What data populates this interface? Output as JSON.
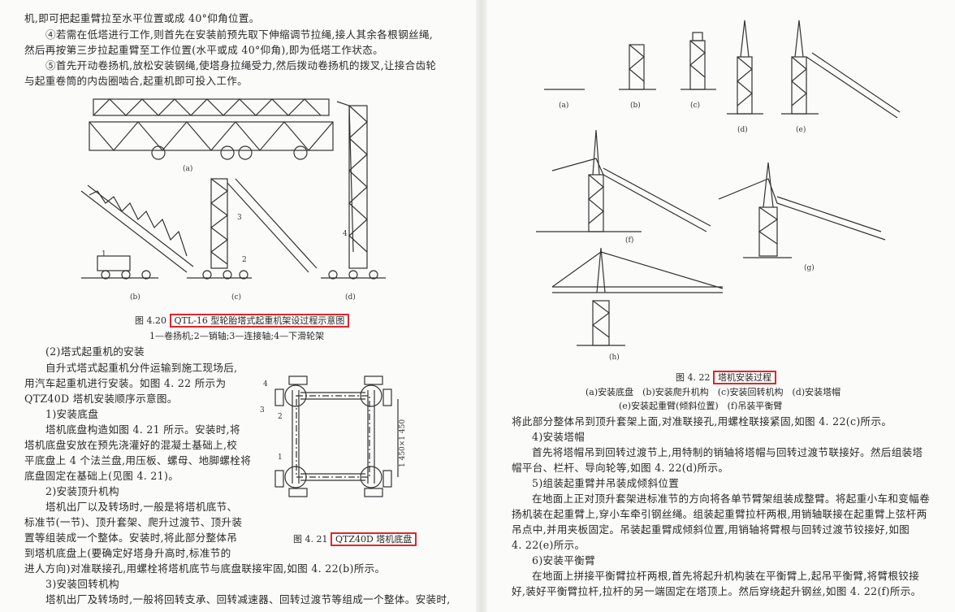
{
  "left_page": {
    "intro_lines": [
      "机,即可把起重臂拉至水平位置或成 40°仰角位置。",
      "④若需在低塔进行工作,则首先在安装前预先取下伸缩调节拉绳,接人其余各根钢丝绳,",
      "然后再按第三步拉起重臂至工作位置(水平或成 40°仰角),即为低塔工作状态。",
      "⑤首先开动卷扬机,放松安装钢绳,使塔身拉绳受力,然后拨动卷扬机的拨叉,让接合齿轮",
      "与起重卷筒的内齿圈啮合,起重机即可投入工作。"
    ],
    "fig420": {
      "number": "图 4.20",
      "title": "QTL-16 型轮胎塔式起重机架设过程示意图",
      "legend": "1—卷扬机;2—销轴;3—连接轴;4—下滑轮架",
      "panels": [
        "(a)",
        "(b)",
        "(c)",
        "(d)"
      ],
      "callouts": [
        "1",
        "2",
        "3",
        "4"
      ]
    },
    "section_heading": "(2)塔式起重机的安装",
    "body_lines": [
      "自升式塔式起重机分件运输到施工现场后,",
      "用汽车起重机进行安装。如图 4. 22 所示为",
      "QTZ40D 塔机安装顺序示意图。",
      "1)安装底盘",
      "塔机底盘构造如图 4. 21 所示。安装时,将",
      "塔机底盘安放在预先浇灌好的混凝土基础上,校",
      "平底盘上 4 个法兰盘,用压板、螺母、地脚螺栓将",
      "底盘固定在基础上(见图 4. 21)。",
      "2)安装顶升机构",
      "塔机出厂以及转场时,一般是将塔机底节、",
      "标准节(一节)、顶升套架、爬升过渡节、顶升装",
      "置等组装成一个整体。安装时,将此部分整体吊",
      "到塔机底盘上(要确定好塔身升高时,标准节的",
      "进人方向)对准联接孔,用螺栓将塔机底节与底盘联接牢固,如图 4. 22(b)所示。",
      "3)安装回转机构",
      "塔机出厂及转场时,一般将回转支承、回转减速器、回转过渡节等组成一个整体。安装时,"
    ],
    "fig421": {
      "number": "图 4. 21",
      "title": "QTZ40D 塔机底盘",
      "callouts": [
        "1",
        "2",
        "3",
        "4"
      ],
      "dimension": "1 450×1 450"
    }
  },
  "right_page": {
    "fig422": {
      "number": "图 4. 22",
      "title": "塔机安装过程",
      "panels": [
        "(a)",
        "(b)",
        "(c)",
        "(d)",
        "(e)",
        "(f)",
        "(g)",
        "(h)"
      ],
      "legend_lines": [
        "(a)安装底盘　(b)安装爬升机构　(c)安装回转机构　(d)安装塔帽",
        "(e)安装起重臂(倾斜位置)　(f)吊装平衡臂"
      ]
    },
    "body_lines": [
      "将此部分整体吊到顶升套架上面,对准联接孔,用螺栓联接紧固,如图 4. 22(c)所示。",
      "4)安装塔帽",
      "首先将塔帽吊到回转过渡节上,用特制的销轴将塔帽与回转过渡节联接好。然后组装塔",
      "帽平台、栏杆、导向轮等,如图 4. 22(d)所示。",
      "5)组装起重臂并吊装成倾斜位置",
      "在地面上正对顶升套架进标准节的方向将各单节臂架组装成整臂。将起重小车和变幅卷",
      "扬机装在起重臂上,穿小车牵引钢丝绳。组装起重臂拉杆两根,用销轴联接在起重臂上弦杆两",
      "吊点中,并用夹板固定。吊装起重臂成倾斜位置,用销轴将臂根与回转过渡节铰接好,如图",
      "4. 22(e)所示。",
      "6)安装平衡臂",
      "在地面上拼接平衡臂拉杆两根,首先将起升机构装在平衡臂上,起吊平衡臂,将臂根铰接",
      "好,装好平衡臂拉杆,拉杆的另一端固定在塔顶上。然后穿绕起升钢丝,如图 4. 22(f)所示。"
    ]
  },
  "colors": {
    "highlight_box": "#e0262b",
    "ink": "#2a2a2a",
    "paper": "#fbfbfa"
  }
}
